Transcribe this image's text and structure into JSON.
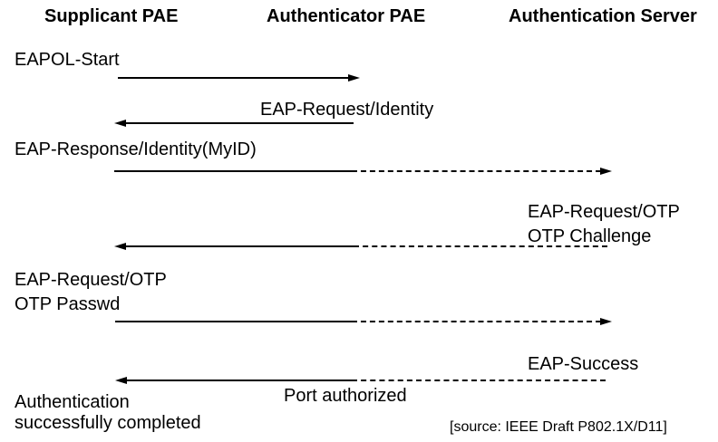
{
  "diagram": {
    "type": "sequence",
    "columns": [
      {
        "label": "Supplicant PAE"
      },
      {
        "label": "Authenticator PAE"
      },
      {
        "label": "Authentication Server"
      }
    ],
    "messages": [
      {
        "label": "EAPOL-Start",
        "from": "Supplicant PAE",
        "to": "Authenticator PAE",
        "line": "solid",
        "direction": "right"
      },
      {
        "label": "EAP-Request/Identity",
        "from": "Authenticator PAE",
        "to": "Supplicant PAE",
        "line": "solid",
        "direction": "left"
      },
      {
        "label": "EAP-Response/Identity(MyID)",
        "from": "Supplicant PAE",
        "to": "Authentication Server",
        "line": "solid-then-dashed",
        "direction": "right"
      },
      {
        "label": "EAP-Request/OTP\nOTP Challenge",
        "from": "Authentication Server",
        "to": "Supplicant PAE",
        "line": "dashed-then-solid",
        "direction": "left"
      },
      {
        "label": "EAP-Request/OTP\nOTP Passwd",
        "from": "Supplicant PAE",
        "to": "Authentication Server",
        "line": "solid-then-dashed",
        "direction": "right"
      },
      {
        "label": "EAP-Success",
        "from": "Authentication Server",
        "to": "Supplicant PAE",
        "line": "dashed-then-solid",
        "direction": "left"
      }
    ],
    "annotations": {
      "port_status": "Port authorized",
      "completion": "Authentication\nsuccessfully completed",
      "source": "[source: IEEE Draft P802.1X/D11]"
    },
    "colors": {
      "background": "#ffffff",
      "line": "#000000",
      "text": "#000000"
    }
  }
}
